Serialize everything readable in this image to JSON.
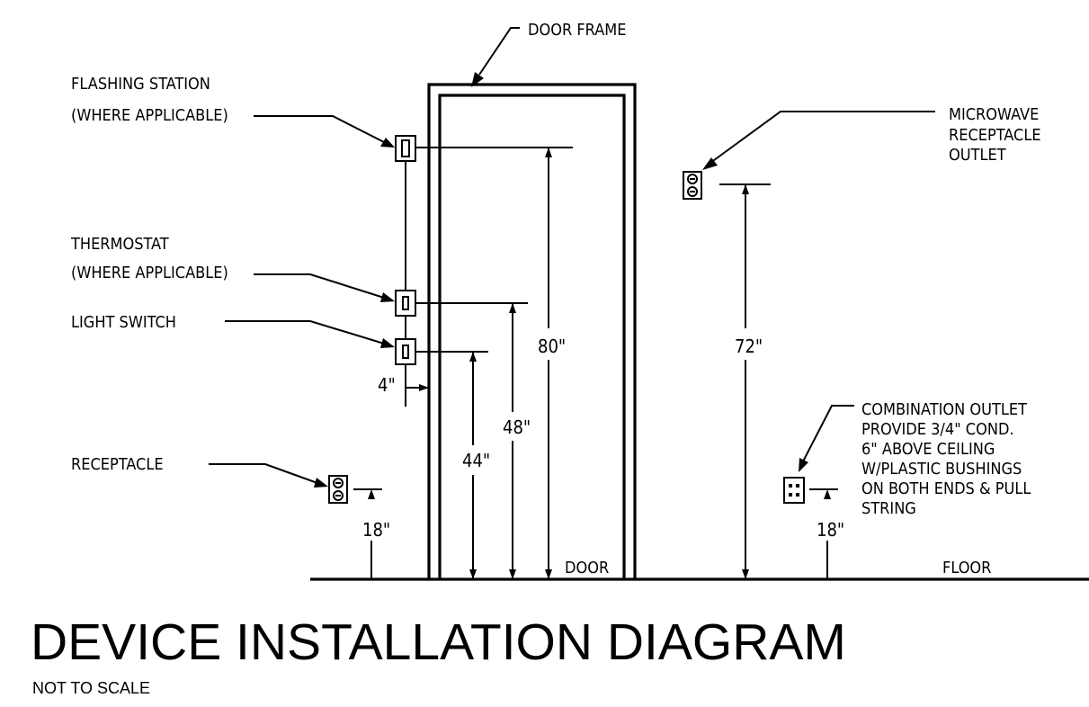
{
  "labels": {
    "door_frame": "DOOR FRAME",
    "flashing_station_1": "FLASHING STATION",
    "flashing_station_2": "(WHERE APPLICABLE)",
    "thermostat_1": "THERMOSTAT",
    "thermostat_2": "(WHERE APPLICABLE)",
    "light_switch": "LIGHT SWITCH",
    "receptacle": "RECEPTACLE",
    "microwave_1": "MICROWAVE",
    "microwave_2": "RECEPTACLE",
    "microwave_3": "OUTLET",
    "combo_1": "COMBINATION OUTLET",
    "combo_2": "PROVIDE 3/4\" COND.",
    "combo_3": "6\" ABOVE CEILING",
    "combo_4": "W/PLASTIC BUSHINGS",
    "combo_5": "ON BOTH ENDS & PULL",
    "combo_6": "STRING",
    "door": "DOOR",
    "floor": "FLOOR"
  },
  "dimensions": {
    "flashing_station": "80\"",
    "thermostat": "48\"",
    "light_switch": "44\"",
    "switch_offset": "4\"",
    "receptacle": "18\"",
    "microwave": "72\"",
    "combination_outlet": "18\""
  },
  "title": "DEVICE INSTALLATION DIAGRAM",
  "subtitle": "NOT TO SCALE"
}
